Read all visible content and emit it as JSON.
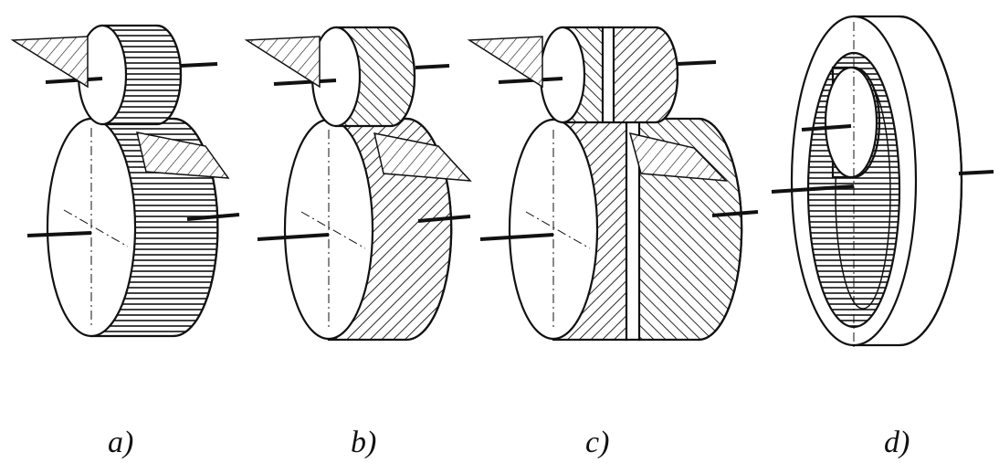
{
  "figure": {
    "panels": [
      {
        "id": "a",
        "label": "a)",
        "type": "spur gears"
      },
      {
        "id": "b",
        "label": "b)",
        "type": "helical gears"
      },
      {
        "id": "c",
        "label": "c)",
        "type": "double helical gears"
      },
      {
        "id": "d",
        "label": "d)",
        "type": "internal gear"
      }
    ]
  },
  "colors": {
    "ink": "#111111",
    "paper": "#ffffff"
  }
}
